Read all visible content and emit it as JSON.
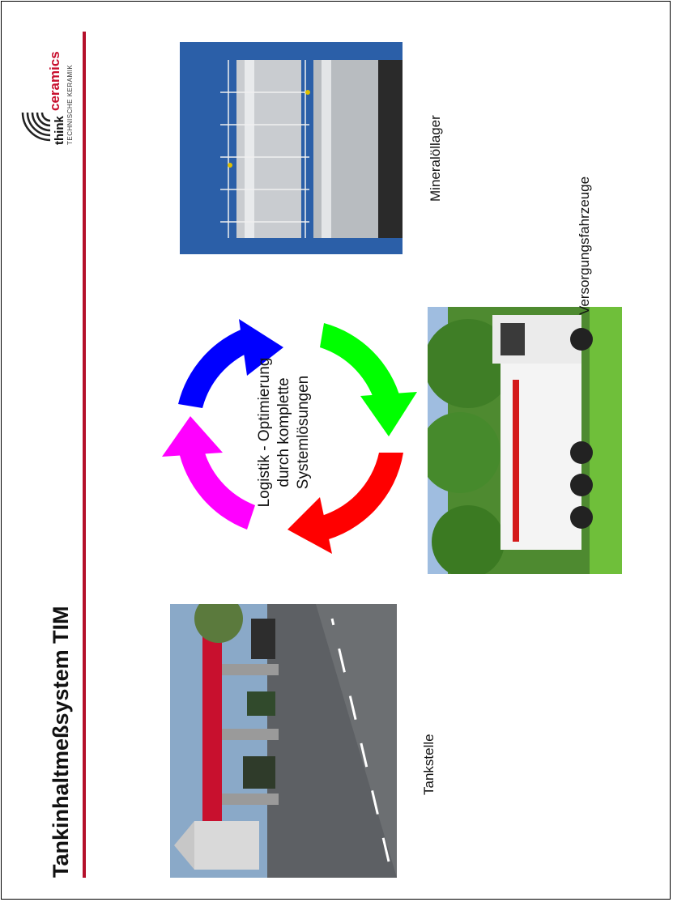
{
  "slide": {
    "title": "Tankinhaltmeßsystem TIM"
  },
  "logo": {
    "word1": "think",
    "word2": "ceramics",
    "tagline": "TECHNISCHE KERAMIK"
  },
  "photos": {
    "tankstelle_label": "Tankstelle",
    "mineraloellager_label": "Mineralöllager",
    "fahrzeuge_label": "Versorgungsfahrzeuge"
  },
  "cycle": {
    "line1": "Logistik - Optimierung",
    "line2": "durch komplette",
    "line3": "Systemlösungen",
    "arrow_colors": [
      "#0000ff",
      "#00ff00",
      "#ff0000",
      "#ff00ff"
    ]
  }
}
